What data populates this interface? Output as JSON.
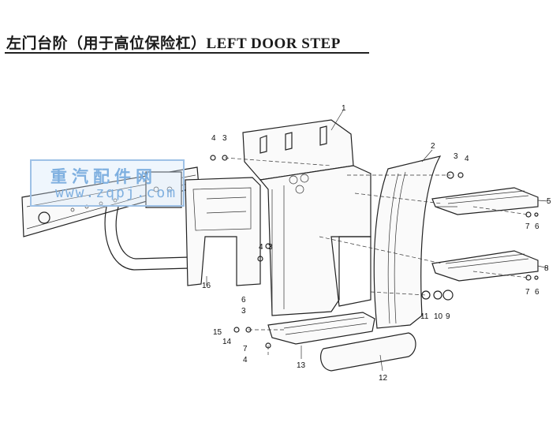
{
  "title": "左门台阶（用于高位保险杠）LEFT DOOR STEP",
  "watermark": {
    "line1": "重汽配件网",
    "line2": "www.zqpj.com"
  },
  "callouts": [
    "1",
    "2",
    "3",
    "4",
    "3",
    "4",
    "5",
    "7",
    "6",
    "8",
    "7",
    "6",
    "11",
    "10",
    "9",
    "12",
    "13",
    "15",
    "14",
    "7",
    "4",
    "16",
    "6",
    "3",
    "4",
    "3"
  ]
}
